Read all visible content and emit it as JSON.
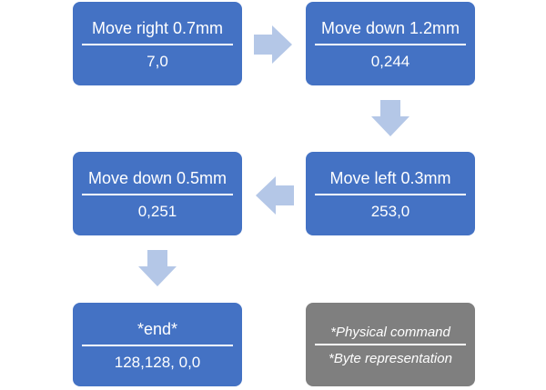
{
  "steps": [
    {
      "command": "Move right 0.7mm",
      "bytes": "7,0"
    },
    {
      "command": "Move down 1.2mm",
      "bytes": "0,244"
    },
    {
      "command": "Move left 0.3mm",
      "bytes": "253,0"
    },
    {
      "command": "Move down 0.5mm",
      "bytes": "0,251"
    },
    {
      "command": "*end*",
      "bytes": "128,128,  0,0"
    }
  ],
  "legend": {
    "command_label": "*Physical command",
    "bytes_label": "*Byte representation"
  },
  "colors": {
    "box": "#4472C4",
    "legend_box": "#7F7F7F",
    "arrow": "#B4C7E7"
  }
}
